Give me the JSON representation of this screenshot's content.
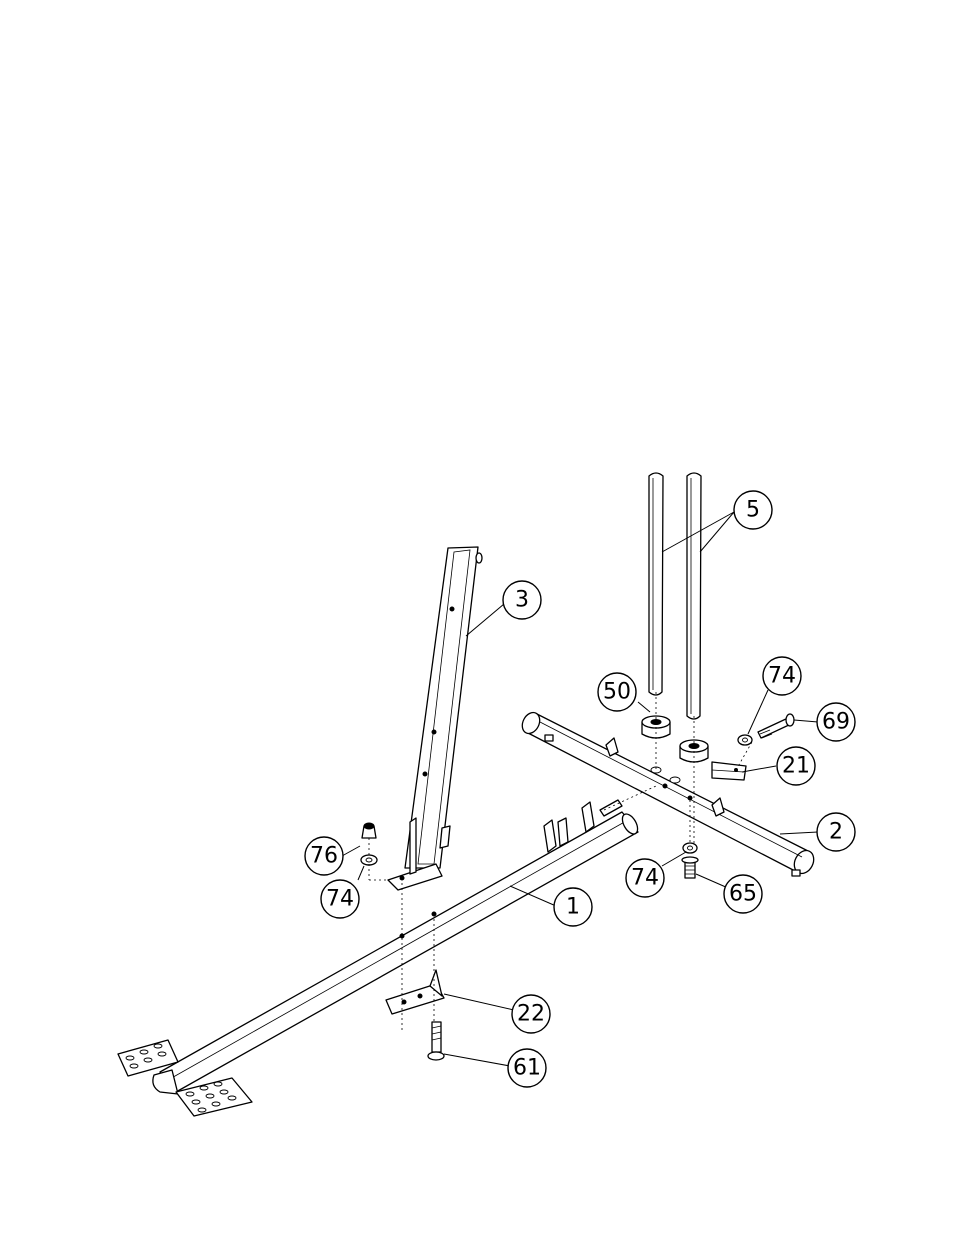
{
  "callouts": [
    {
      "id": "c5",
      "label": "5"
    },
    {
      "id": "c3",
      "label": "3"
    },
    {
      "id": "c50",
      "label": "50"
    },
    {
      "id": "c74a",
      "label": "74"
    },
    {
      "id": "c69",
      "label": "69"
    },
    {
      "id": "c21",
      "label": "21"
    },
    {
      "id": "c2",
      "label": "2"
    },
    {
      "id": "c76",
      "label": "76"
    },
    {
      "id": "c74b",
      "label": "74"
    },
    {
      "id": "c74c",
      "label": "74"
    },
    {
      "id": "c65",
      "label": "65"
    },
    {
      "id": "c1",
      "label": "1"
    },
    {
      "id": "c22",
      "label": "22"
    },
    {
      "id": "c61",
      "label": "61"
    }
  ]
}
